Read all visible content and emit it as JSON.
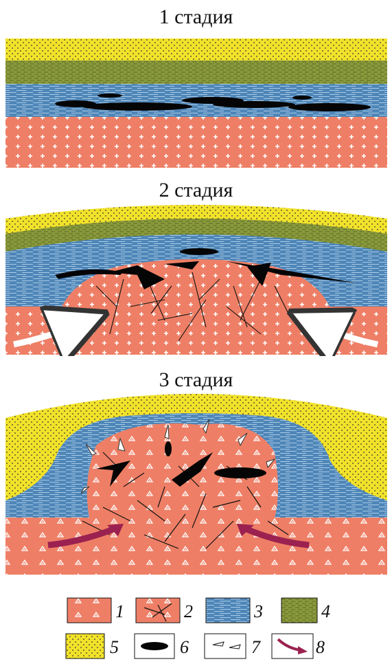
{
  "stages": [
    {
      "title": "1 стадия"
    },
    {
      "title": "2 стадия"
    },
    {
      "title": "3 стадия"
    }
  ],
  "colors": {
    "granite": "#ee7f66",
    "shale": "#4f86b8",
    "siltstone": "#8a9a3c",
    "sandstone": "#f2e22a",
    "ore": "#050505",
    "fluid_arrow": "#9a2150",
    "compression_arrow": "#ffffff"
  },
  "legend": [
    {
      "num": "1",
      "pattern": "granite-triangles"
    },
    {
      "num": "2",
      "pattern": "granite-fractured"
    },
    {
      "num": "3",
      "pattern": "shale-blue"
    },
    {
      "num": "4",
      "pattern": "siltstone-green"
    },
    {
      "num": "5",
      "pattern": "sandstone-dots"
    },
    {
      "num": "6",
      "pattern": "ore-lens"
    },
    {
      "num": "7",
      "pattern": "white-arrows"
    },
    {
      "num": "8",
      "pattern": "magenta-arrow"
    }
  ]
}
